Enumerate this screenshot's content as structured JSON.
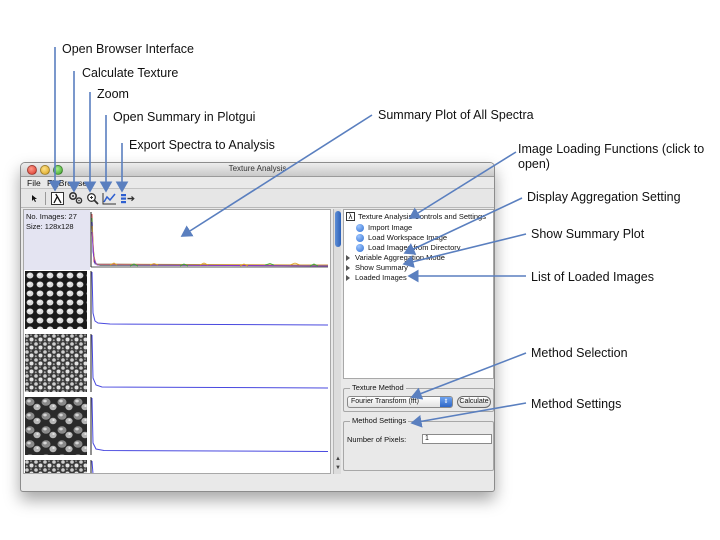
{
  "annotations": {
    "open_browser": "Open Browser Interface",
    "calculate_texture": "Calculate Texture",
    "zoom": "Zoom",
    "open_summary": "Open Summary in Plotgui",
    "export_spectra": "Export Spectra to Analysis",
    "summary_plot": "Summary Plot of All Spectra",
    "image_loading": "Image Loading Functions (click to open)",
    "display_aggregation": "Display Aggregation Setting",
    "show_summary": "Show Summary Plot",
    "list_loaded": "List of Loaded Images",
    "method_selection": "Method Selection",
    "method_settings": "Method Settings"
  },
  "window": {
    "title": "Texture Analysis",
    "menus": [
      "File",
      "FigBrowser"
    ]
  },
  "info": {
    "images_label": "No. Images:",
    "images_count": "27",
    "size_label": "Size:",
    "size_value": "128x128"
  },
  "tree": {
    "root": "Texture Analysis Controls and Settings",
    "functions": [
      "Import Image",
      "Load Workspace Image",
      "Load Images from Directory"
    ],
    "nodes": [
      "Variable Aggregation Mode",
      "Show Summary",
      "Loaded Images"
    ]
  },
  "texture_method": {
    "label": "Texture Method",
    "selected": "Fourier Transform (fft)",
    "calculate_label": "Calculate"
  },
  "method_settings": {
    "label": "Method Settings",
    "field_label": "Number of Pixels:",
    "field_value": "1"
  },
  "colors": {
    "spectrum_line": "#4a4adf",
    "tree_bullet": "#2f6fd1",
    "arrow": "#5a7fbf"
  },
  "icons": [
    "arrow-cursor-icon",
    "browser-lambda-icon",
    "calculate-gears-icon",
    "zoom-icon",
    "summary-plot-icon",
    "export-spectra-icon"
  ]
}
